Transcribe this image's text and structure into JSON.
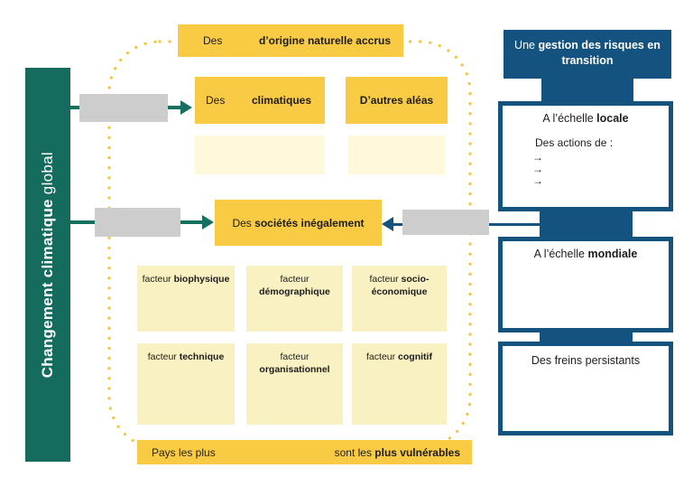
{
  "left_bar": {
    "label_bold": "Changement climatique",
    "label_regular": "global"
  },
  "flow": {
    "top_box": {
      "regular": "Des",
      "bold": "d’origine naturelle accrus"
    },
    "hazards": [
      {
        "regular": "Des",
        "bold": "climatiques"
      },
      {
        "regular": "",
        "bold": "D’autres aléas"
      }
    ],
    "societies_box": {
      "regular": "Des",
      "bold": "sociétés inégalement"
    },
    "factors": [
      {
        "line1_regular": "facteur",
        "line1_bold": "biophysique",
        "line2_bold": ""
      },
      {
        "line1_regular": "facteur",
        "line1_bold": "",
        "line2_bold": "démographique"
      },
      {
        "line1_regular": "facteur",
        "line1_bold": "socio-",
        "line2_bold": "économique"
      },
      {
        "line1_regular": "facteur",
        "line1_bold": "technique",
        "line2_bold": ""
      },
      {
        "line1_regular": "facteur",
        "line1_bold": "",
        "line2_bold": "organisationnel"
      },
      {
        "line1_regular": "facteur",
        "line1_bold": "cognitif",
        "line2_bold": ""
      }
    ],
    "bottom_bar": {
      "left_regular": "Pays les plus",
      "right_regular": "sont les",
      "right_bold": "plus vulnérables"
    }
  },
  "right_column": {
    "header": {
      "regular": "Une",
      "bold": "gestion des risques en transition"
    },
    "local_box": {
      "title_regular": "A l’échelle",
      "title_bold": "locale",
      "body": "Des actions de  :",
      "arrow_items": [
        "→",
        "→",
        "→"
      ]
    },
    "global_box": {
      "title_regular": "A l’échelle",
      "title_bold": "mondiale"
    },
    "brakes_box": {
      "title": "Des freins persistants"
    }
  },
  "colors": {
    "teal": "#16705F",
    "yellow": "#F9CA43",
    "pale_yellow": "#FDF9DA",
    "factor_yellow": "#FAF1C3",
    "blue": "#14527F",
    "gray": "#CDCDCD",
    "dots": "#F2C53E"
  }
}
